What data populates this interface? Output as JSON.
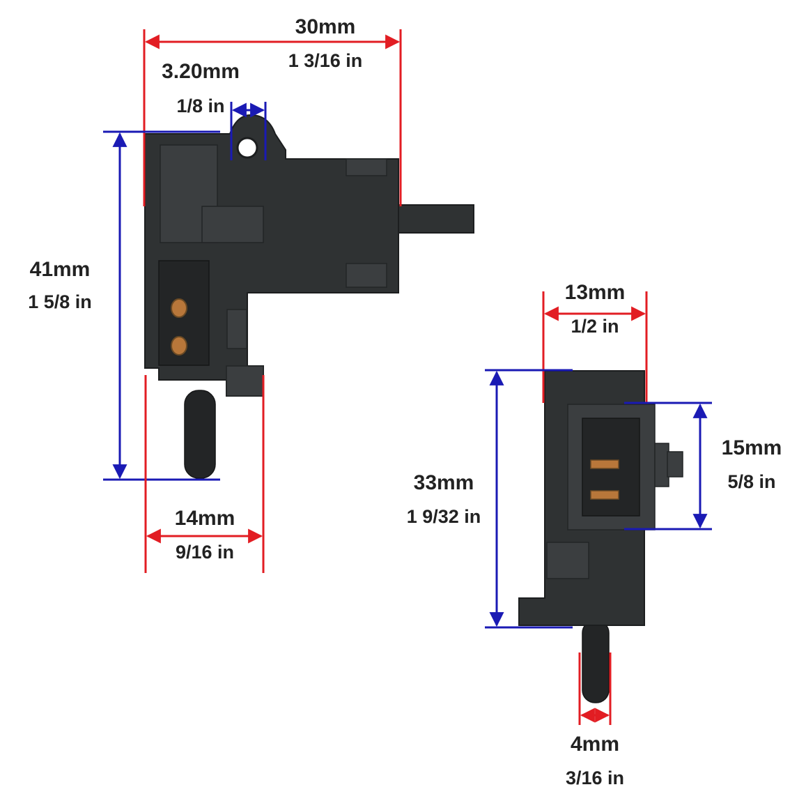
{
  "colors": {
    "dimension_red": "#e21d23",
    "dimension_blue": "#1a1ab4",
    "housing": "#2f3233",
    "contact": "#b8773a"
  },
  "left_view": {
    "icon": "clutch-switch-front-view",
    "dims": {
      "overall_width": {
        "mm": "30mm",
        "inch": "1 3/16 in"
      },
      "hole": {
        "mm": "3.20mm",
        "inch": "1/8 in"
      },
      "height": {
        "mm": "41mm",
        "inch": "1 5/8 in"
      },
      "base_width": {
        "mm": "14mm",
        "inch": "9/16 in"
      }
    }
  },
  "right_view": {
    "icon": "clutch-switch-side-view",
    "dims": {
      "top_width": {
        "mm": "13mm",
        "inch": "1/2 in"
      },
      "connector_height": {
        "mm": "15mm",
        "inch": "5/8 in"
      },
      "height": {
        "mm": "33mm",
        "inch": "1 9/32 in"
      },
      "plunger": {
        "mm": "4mm",
        "inch": "3/16 in"
      }
    }
  }
}
